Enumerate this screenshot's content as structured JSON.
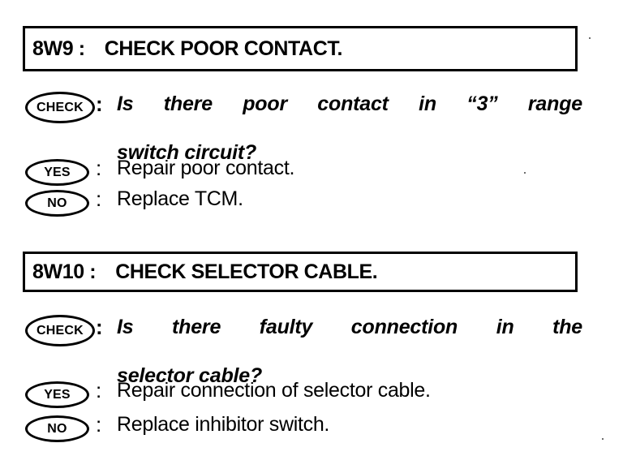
{
  "document": {
    "type": "troubleshooting-flowchart",
    "background_color": "#ffffff",
    "text_color": "#000000"
  },
  "steps": [
    {
      "code": "8W9 :",
      "title": "CHECK POOR CONTACT.",
      "check": {
        "badge": "CHECK",
        "separator": ":",
        "line1": "Is there poor contact in “3” range",
        "line2": "switch circuit?"
      },
      "answers": [
        {
          "badge": "YES",
          "separator": ":",
          "text": "Repair poor contact."
        },
        {
          "badge": "NO",
          "separator": ":",
          "text": "Replace TCM."
        }
      ]
    },
    {
      "code": "8W10 :",
      "title": "CHECK SELECTOR CABLE.",
      "check": {
        "badge": "CHECK",
        "separator": ":",
        "line1": "Is there faulty connection in the",
        "line2": "selector cable?"
      },
      "answers": [
        {
          "badge": "YES",
          "separator": ":",
          "text": "Repair connection of selector cable."
        },
        {
          "badge": "NO",
          "separator": ":",
          "text": "Replace inhibitor switch."
        }
      ]
    }
  ]
}
